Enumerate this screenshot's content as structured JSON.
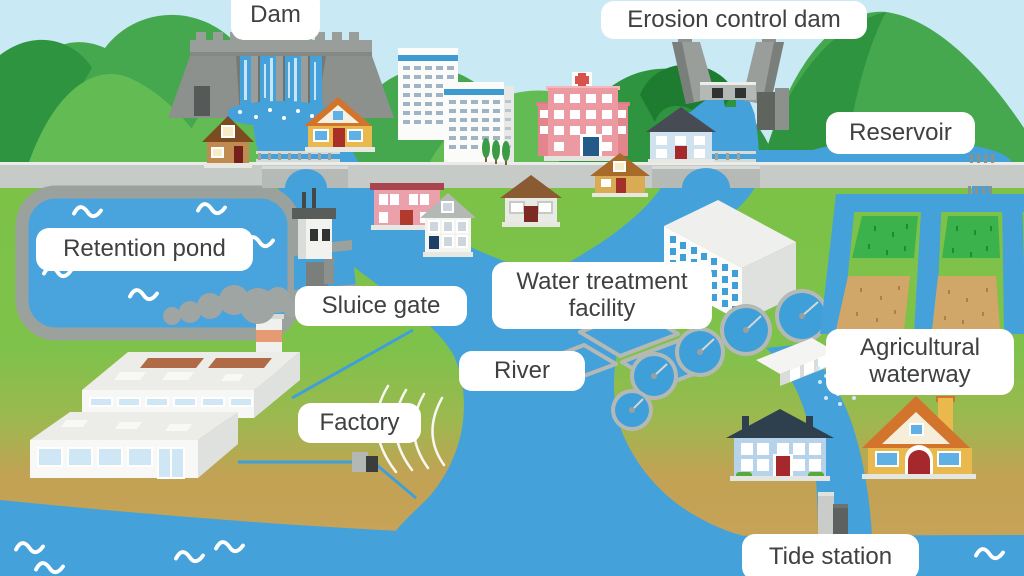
{
  "labels": {
    "dam": "Dam",
    "erosion_control_dam": "Erosion control dam",
    "reservoir": "Reservoir",
    "retention_pond": "Retention pond",
    "sluice_gate": "Sluice gate",
    "water_treatment_facility": "Water treatment\nfacility",
    "river": "River",
    "factory": "Factory",
    "agricultural_waterway": "Agricultural\nwaterway",
    "tide_station": "Tide station"
  },
  "colors": {
    "sky": "#c9e9f5",
    "mountain_green_dark": "#2e9440",
    "mountain_green_mid": "#45a84e",
    "mountain_green_light": "#63bc53",
    "ground_green": "#7cc247",
    "upper_ground_green": "#aad46e",
    "shore_sand": "#c9a458",
    "water_blue": "#44a1da",
    "road_gray": "#c7cbc8",
    "concrete_gray": "#9a9e9b",
    "field_green": "#3cb24d",
    "field_soil": "#d0a769",
    "label_background": "#ffffff",
    "label_text": "#3f4040"
  }
}
